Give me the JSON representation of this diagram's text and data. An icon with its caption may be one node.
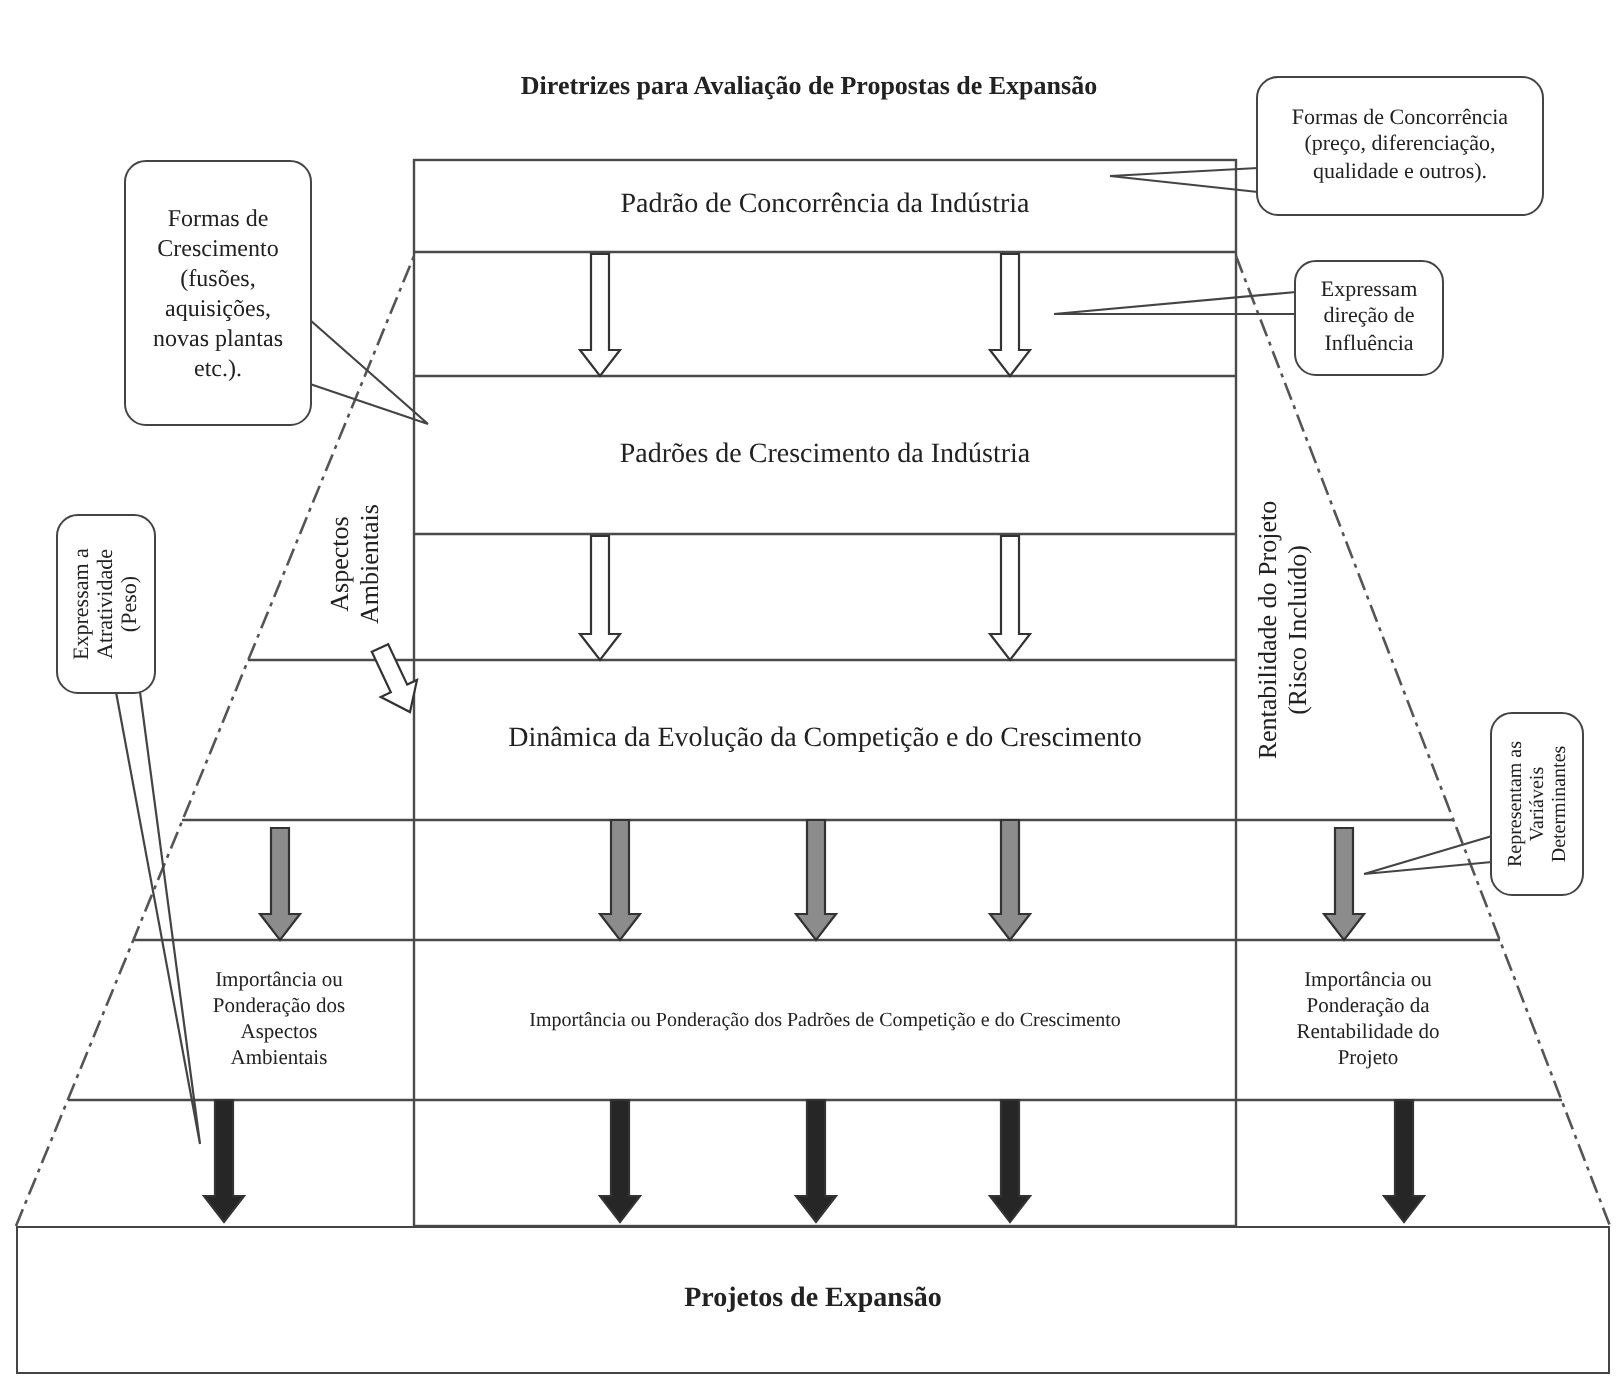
{
  "diagram": {
    "title": "Diretrizes para Avaliação de Propostas de Expansão",
    "nodes": [
      {
        "text": [
          "Padrão de Concorrência da Indústria"
        ]
      },
      {
        "text": [
          "Padrões de Crescimento da Indústria"
        ]
      },
      {
        "text": [
          "Dinâmica da Evolução da Competição e do Crescimento"
        ]
      },
      {
        "text": [
          "Aspectos Ambientais"
        ]
      },
      {
        "text": [
          "Rentabilidade do Projeto (Risco Incluído)"
        ]
      },
      {
        "text": [
          "Importância ou Ponderação dos Aspectos Ambientais"
        ]
      },
      {
        "text": [
          "Importância ou Ponderação dos Padrões de Competição e do Crescimento"
        ]
      },
      {
        "text": [
          "Importância ou Ponderação da Rentabilidade do Projeto"
        ]
      },
      {
        "text": [
          "Projetos de Expansão"
        ]
      },
      {
        "text": [
          "Formas de Concorrência (preço, diferenciação, qualidade e outros)."
        ]
      },
      {
        "text": [
          "Expressam direção de Influência"
        ]
      },
      {
        "text": [
          "Formas de Crescimento (fusões, aquisições, novas plantas etc.)."
        ]
      },
      {
        "text": [
          "Expressam a Atratividade (Peso)"
        ]
      },
      {
        "text": [
          "Representam as Variáveis Determinantes"
        ]
      }
    ],
    "edges": [
      {
        "from": 0,
        "to": 1,
        "arrow": "to"
      },
      {
        "from": 0,
        "to": 1,
        "arrow": "to"
      },
      {
        "from": 1,
        "to": 2,
        "arrow": "to"
      },
      {
        "from": 1,
        "to": 2,
        "arrow": "to"
      },
      {
        "from": 3,
        "to": 2,
        "arrow": "to"
      },
      {
        "from": null,
        "to": 5,
        "arrow": "to",
        "color": "#8c8c8c"
      },
      {
        "from": 2,
        "to": 6,
        "arrow": "to",
        "color": "#8c8c8c"
      },
      {
        "from": 2,
        "to": 6,
        "arrow": "to",
        "color": "#8c8c8c"
      },
      {
        "from": 2,
        "to": 6,
        "arrow": "to",
        "color": "#8c8c8c"
      },
      {
        "from": null,
        "to": 7,
        "arrow": "to",
        "color": "#8c8c8c"
      },
      {
        "from": 5,
        "to": 8,
        "arrow": "to",
        "color": "#262626"
      },
      {
        "from": 6,
        "to": 8,
        "arrow": "to",
        "color": "#262626"
      },
      {
        "from": 6,
        "to": 8,
        "arrow": "to",
        "color": "#262626"
      },
      {
        "from": 6,
        "to": 8,
        "arrow": "to",
        "color": "#262626"
      },
      {
        "from": 7,
        "to": 8,
        "arrow": "to",
        "color": "#262626"
      },
      {
        "from": 9,
        "to": null,
        "arrow": "none"
      },
      {
        "from": 10,
        "to": null,
        "arrow": "none"
      },
      {
        "from": 11,
        "to": null,
        "arrow": "none"
      },
      {
        "from": 12,
        "to": null,
        "arrow": "none"
      },
      {
        "from": 13,
        "to": null,
        "arrow": "none"
      }
    ]
  }
}
